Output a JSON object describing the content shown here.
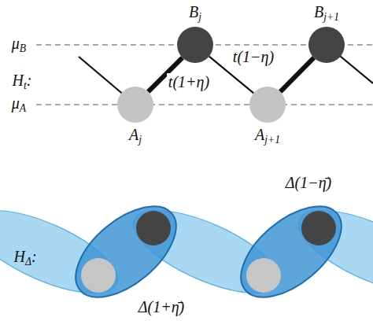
{
  "diagram": {
    "nodes": [
      {
        "text": [
          "Aj"
        ]
      },
      {
        "text": [
          "Bj"
        ]
      },
      {
        "text": [
          "Aj+1"
        ]
      },
      {
        "text": [
          "Bj+1"
        ]
      }
    ],
    "edges": [
      {
        "from": 0,
        "to": 1,
        "arrow": "none",
        "label": "t(1+η)"
      },
      {
        "from": 1,
        "to": 2,
        "arrow": "none",
        "label": "t(1−η)"
      },
      {
        "from": 2,
        "to": 3,
        "arrow": "none"
      }
    ],
    "labels": [
      "Ht:",
      "μB",
      "μA",
      "HΔ:",
      "Δ(1−η̄)",
      "Δ(1+η̄)"
    ]
  }
}
